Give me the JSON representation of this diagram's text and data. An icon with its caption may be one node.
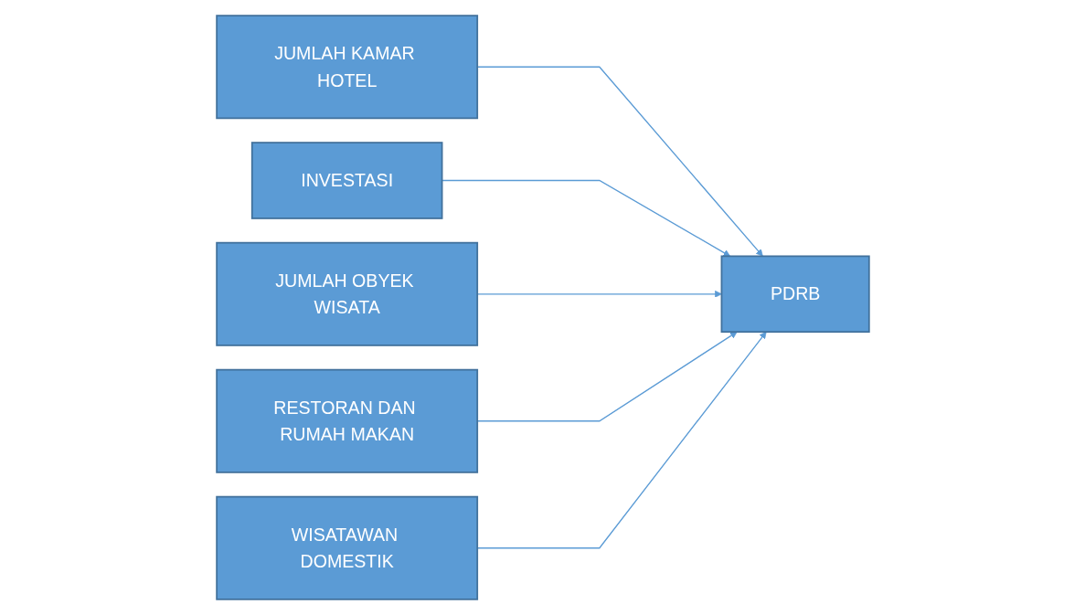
{
  "diagram": {
    "nodes": [
      {
        "text": [
          "JUMLAH KAMAR HOTEL"
        ]
      },
      {
        "text": [
          "INVESTASI"
        ]
      },
      {
        "text": [
          "JUMLAH OBYEK WISATA"
        ]
      },
      {
        "text": [
          "RESTORAN DAN RUMAH MAKAN"
        ]
      },
      {
        "text": [
          "WISATAWAN DOMESTIK"
        ]
      },
      {
        "text": [
          "PDRB"
        ]
      }
    ],
    "edges": [
      {
        "from": 0,
        "to": 5,
        "arrow": "to"
      },
      {
        "from": 1,
        "to": 5,
        "arrow": "to"
      },
      {
        "from": 2,
        "to": 5,
        "arrow": "to"
      },
      {
        "from": 3,
        "to": 5,
        "arrow": "to"
      },
      {
        "from": 4,
        "to": 5,
        "arrow": "to"
      }
    ]
  }
}
